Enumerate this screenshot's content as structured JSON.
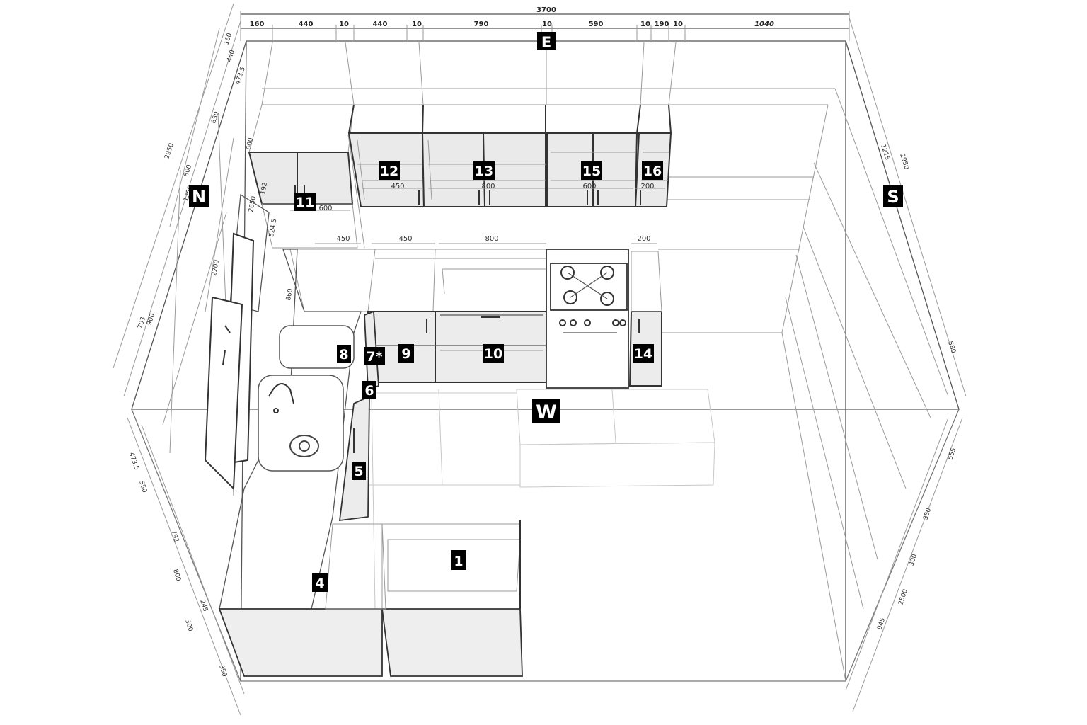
{
  "top_dimensions": {
    "total": "3700",
    "segments": [
      "160",
      "440",
      "10",
      "440",
      "10",
      "790",
      "10",
      "590",
      "10",
      "190",
      "10",
      "1040"
    ]
  },
  "cabinet_widths": {
    "c12": "450",
    "c13": "800",
    "c15": "600",
    "c16": "200",
    "c11": "600",
    "base_450_a": "450",
    "base_450_b": "450",
    "base_800": "800",
    "base_200": "200"
  },
  "left_wall_dims": [
    "160",
    "440",
    "473.5",
    "2950",
    "600",
    "650",
    "2650",
    "524.5",
    "192",
    "800",
    "1250",
    "860",
    "703",
    "900",
    "2200",
    "473.5",
    "550",
    "792",
    "800",
    "300",
    "245",
    "350"
  ],
  "right_wall_dims": [
    "1215",
    "2950",
    "580",
    "555",
    "350",
    "300",
    "2500",
    "945"
  ],
  "compass": {
    "north": "N",
    "east": "E",
    "south": "S",
    "west": "W"
  },
  "cabinet_labels": [
    "1",
    "4",
    "5",
    "6",
    "7*",
    "8",
    "9",
    "10",
    "11",
    "12",
    "13",
    "14",
    "15",
    "16"
  ]
}
